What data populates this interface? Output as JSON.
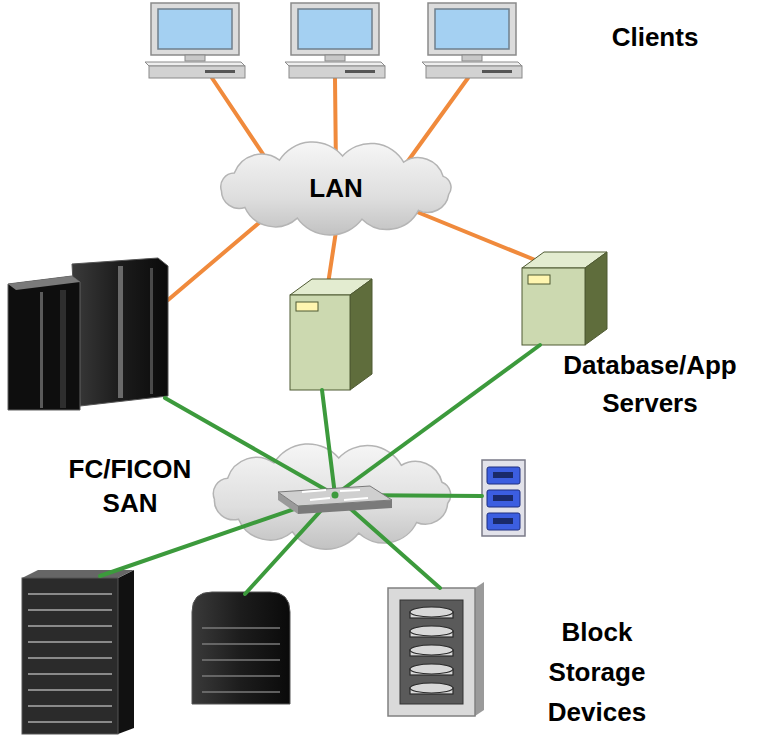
{
  "diagram": {
    "nodes": [
      {
        "text": [
          "LAN"
        ]
      },
      {
        "text": [
          "FC/FICON SAN"
        ]
      }
    ],
    "labels": [
      "Clients",
      "Database/App Servers",
      "Block Storage Devices"
    ]
  }
}
